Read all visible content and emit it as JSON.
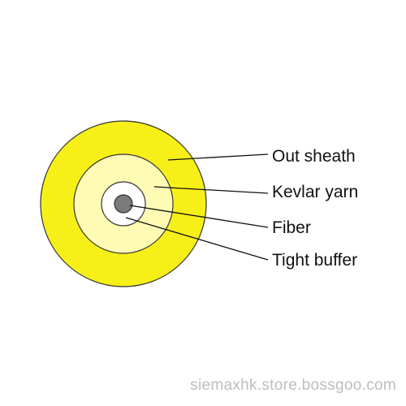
{
  "diagram": {
    "layers": [
      {
        "name": "out-sheath",
        "fill": "#f7f018",
        "stroke": "#333333"
      },
      {
        "name": "kevlar-yarn",
        "fill": "#fdfbb4",
        "stroke": "#333333"
      },
      {
        "name": "tight-buffer",
        "fill": "#ffffff",
        "stroke": "#333333"
      },
      {
        "name": "fiber",
        "fill": "#7a7a7a",
        "stroke": "#333333"
      }
    ],
    "labels": {
      "out_sheath": "Out sheath",
      "kevlar_yarn": "Kevlar yarn",
      "fiber": "Fiber",
      "tight_buffer": "Tight buffer"
    }
  },
  "watermark": "siemaxhk.store.bossgoo.com"
}
